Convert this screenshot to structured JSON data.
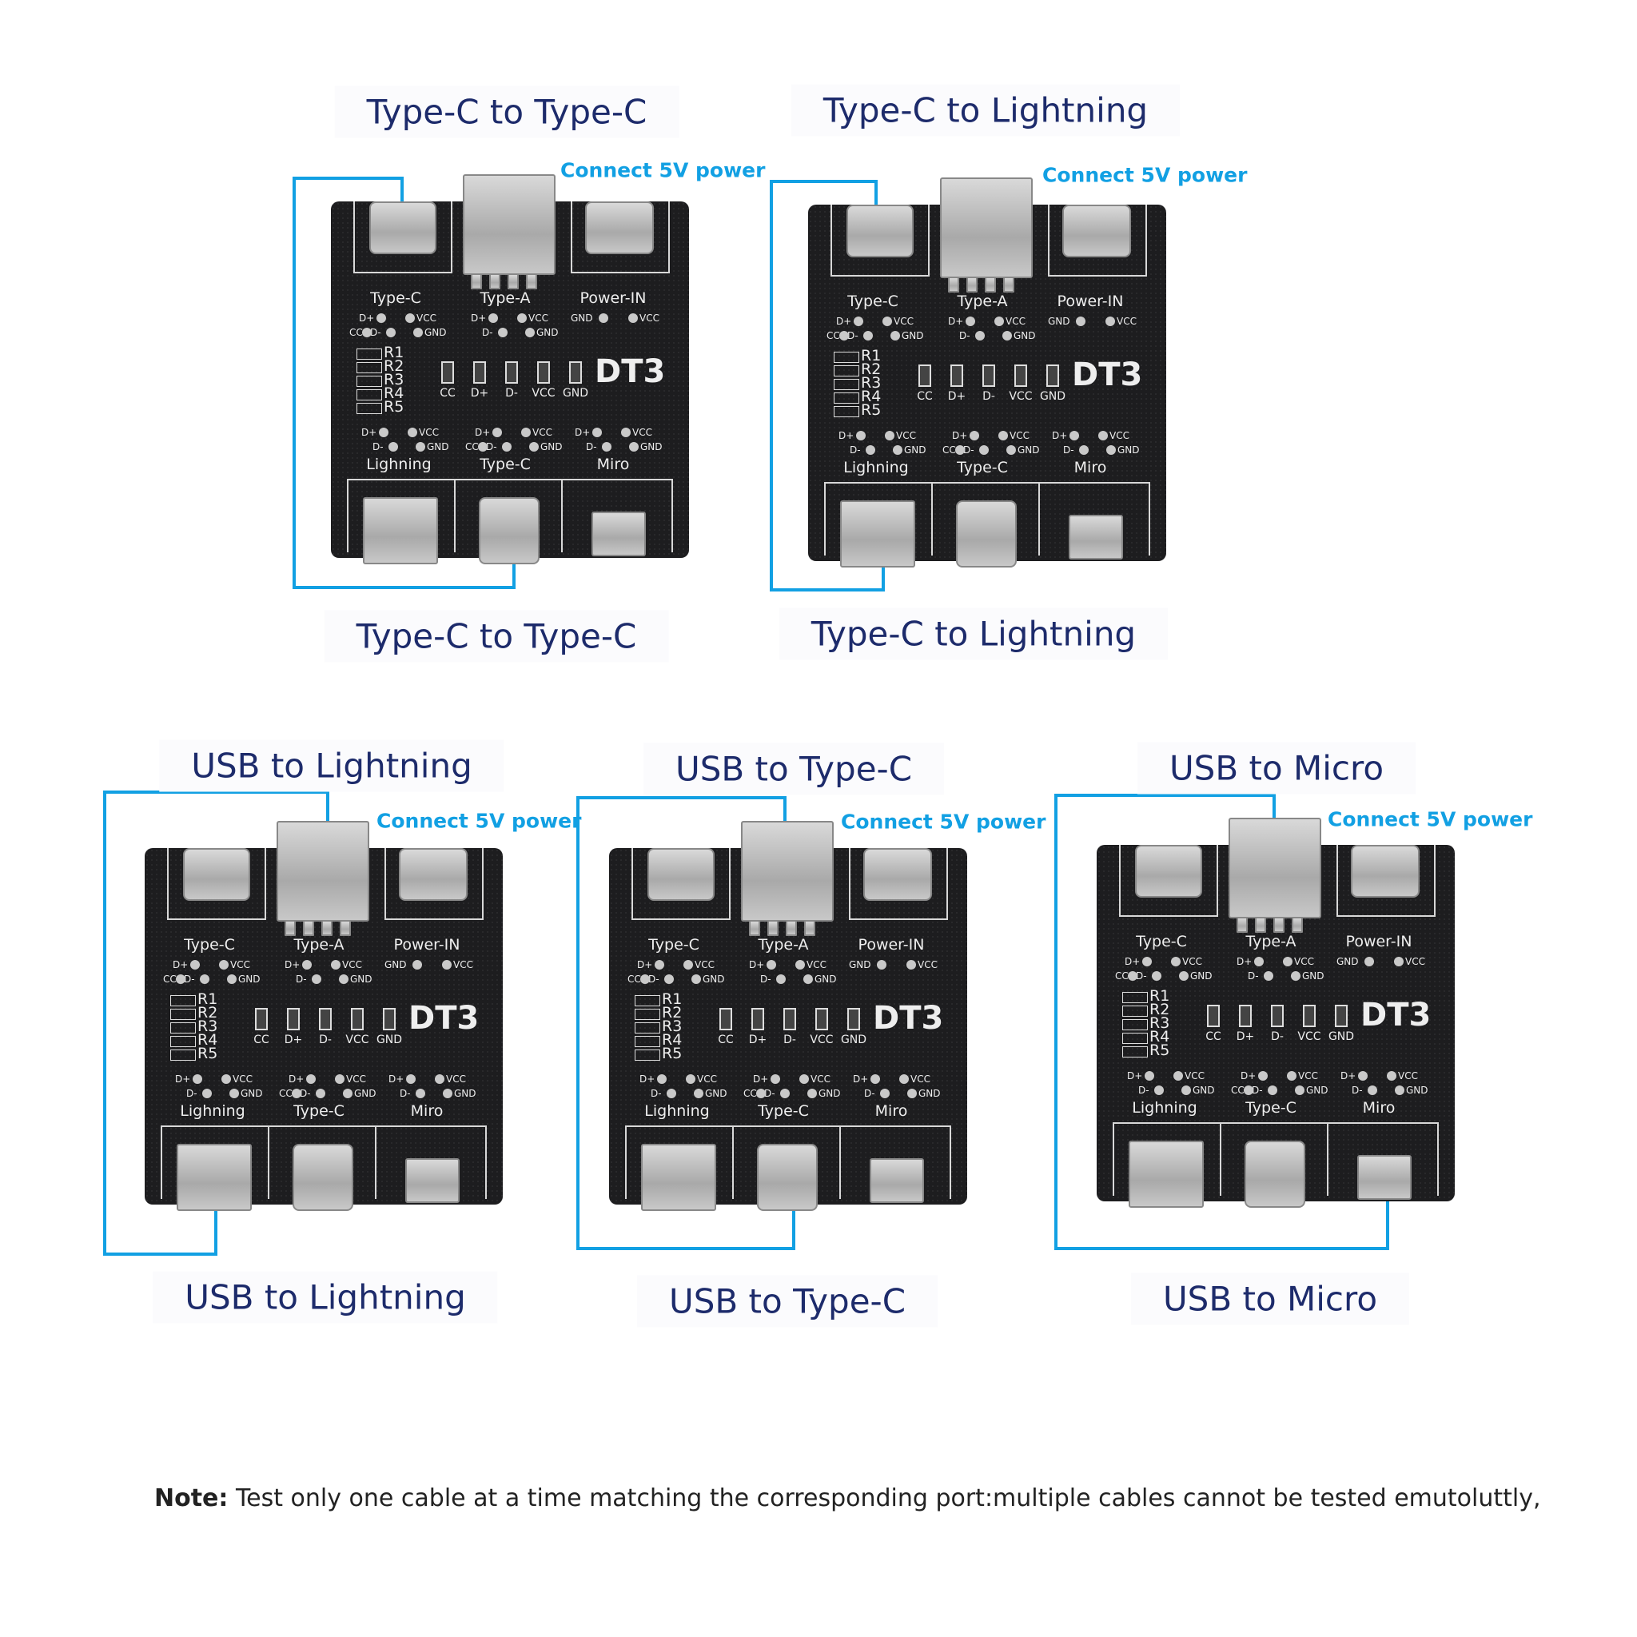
{
  "panels": [
    {
      "title_top": "Type-C to Type-C",
      "title_bottom": "Type-C to Type-C",
      "connect_label": "Connect 5V power"
    },
    {
      "title_top": "Type-C to Lightning",
      "title_bottom": "Type-C to Lightning",
      "connect_label": "Connect 5V power"
    },
    {
      "title_top": "USB to Lightning",
      "title_bottom": "USB to Lightning",
      "connect_label": "Connect 5V power"
    },
    {
      "title_top": "USB to Type-C",
      "title_bottom": "USB to Type-C",
      "connect_label": "Connect 5V power"
    },
    {
      "title_top": "USB to Micro",
      "title_bottom": "USB to Micro",
      "connect_label": "Connect 5V power"
    }
  ],
  "board": {
    "model": "DT3",
    "top_ports": [
      "Type-C",
      "Type-A",
      "Power-IN"
    ],
    "bottom_ports": [
      "Lighning",
      "Type-C",
      "Miro"
    ],
    "resistors": [
      "R1",
      "R2",
      "R3",
      "R4",
      "R5"
    ],
    "leds": [
      "CC",
      "D+",
      "D-",
      "VCC",
      "GND"
    ],
    "pins": {
      "dp": "D+",
      "dm": "D-",
      "cc": "CC",
      "vcc": "VCC",
      "gnd": "GND"
    }
  },
  "note": {
    "label": "Note:",
    "text": " Test only one cable at a time matching the corresponding port:multiple cables cannot be tested emutoluttly,"
  }
}
